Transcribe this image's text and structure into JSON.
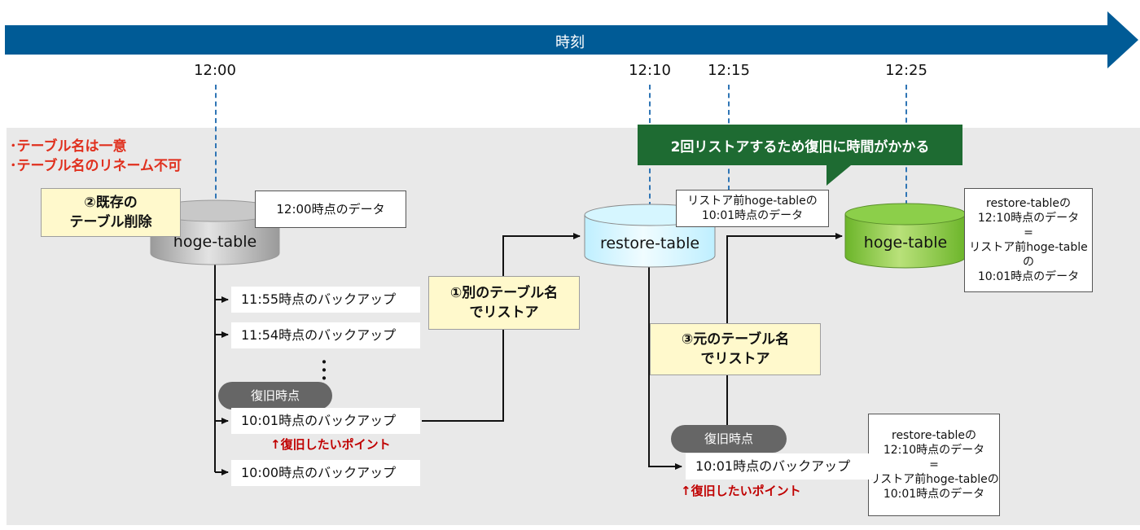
{
  "timeline": {
    "title": "時刻",
    "times": [
      "12:00",
      "12:10",
      "12:15",
      "12:25"
    ],
    "colors": {
      "bar": "#005b96",
      "dashes": "#2f75b5"
    }
  },
  "notes": {
    "constraint1": "･テーブル名は一意",
    "constraint2": "･テーブル名のリネーム不可"
  },
  "steps": {
    "delete_line1": "②既存の",
    "delete_line2": "テーブル削除",
    "restore_other_line1": "①別のテーブル名",
    "restore_other_line2": "でリストア",
    "restore_orig_line1": "③元のテーブル名",
    "restore_orig_line2": "でリストア"
  },
  "callout": {
    "text": "2回リストアするため復旧に時間がかかる",
    "color": "#1e6b32"
  },
  "tables": {
    "original": "hoge-table",
    "restore": "restore-table",
    "final": "hoge-table"
  },
  "data_boxes": {
    "at_1200": "12:00時点のデータ",
    "restore_line1": "リストア前hoge-tableの",
    "restore_line2": "10:01時点のデータ",
    "final_line1": "restore-tableの",
    "final_line2": "12:10時点のデータ",
    "final_line3": "=",
    "final_line4": "リストア前hoge-tableの",
    "final_line5": "10:01時点のデータ"
  },
  "backups": {
    "b1155": "11:55時点のバックアップ",
    "b1154": "11:54時点のバックアップ",
    "b1001": "10:01時点のバックアップ",
    "b1000": "10:00時点のバックアップ",
    "b1001_right": "10:01時点のバックアップ",
    "ellipsis": "・\n・\n・"
  },
  "recovery": {
    "pill": "復旧時点",
    "point_note": "↑復旧したいポイント"
  }
}
